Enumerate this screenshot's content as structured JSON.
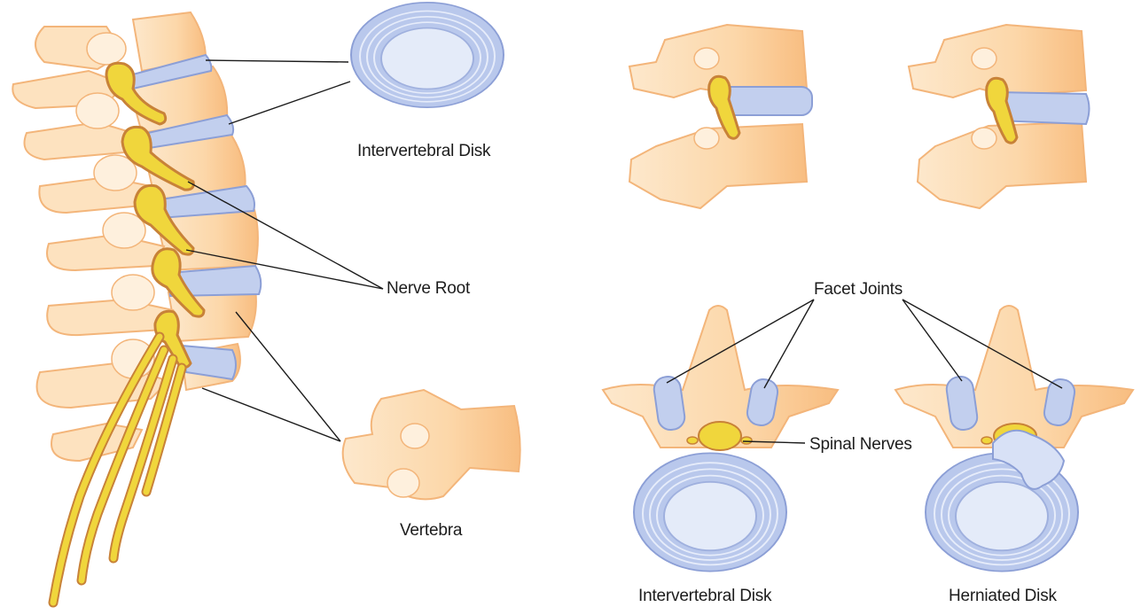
{
  "labels": {
    "intervertebral_disk_top": "Intervertebral Disk",
    "nerve_root": "Nerve Root",
    "vertebra": "Vertebra",
    "facet_joints": "Facet Joints",
    "spinal_nerves": "Spinal Nerves",
    "intervertebral_disk_bottom": "Intervertebral Disk",
    "herniated_disk": "Herniated Disk"
  },
  "colors": {
    "bone_fill": "#fcd9b0",
    "bone_light": "#fde8cc",
    "bone_shade": "#f7b878",
    "bone_outline": "#f3b57a",
    "disk_fill": "#c2cfee",
    "disk_outline": "#8c9fd6",
    "disk_core": "#e4ebf9",
    "nerve_fill": "#f0d63c",
    "nerve_outline": "#c88238",
    "leader_line": "#1c1c1c"
  }
}
